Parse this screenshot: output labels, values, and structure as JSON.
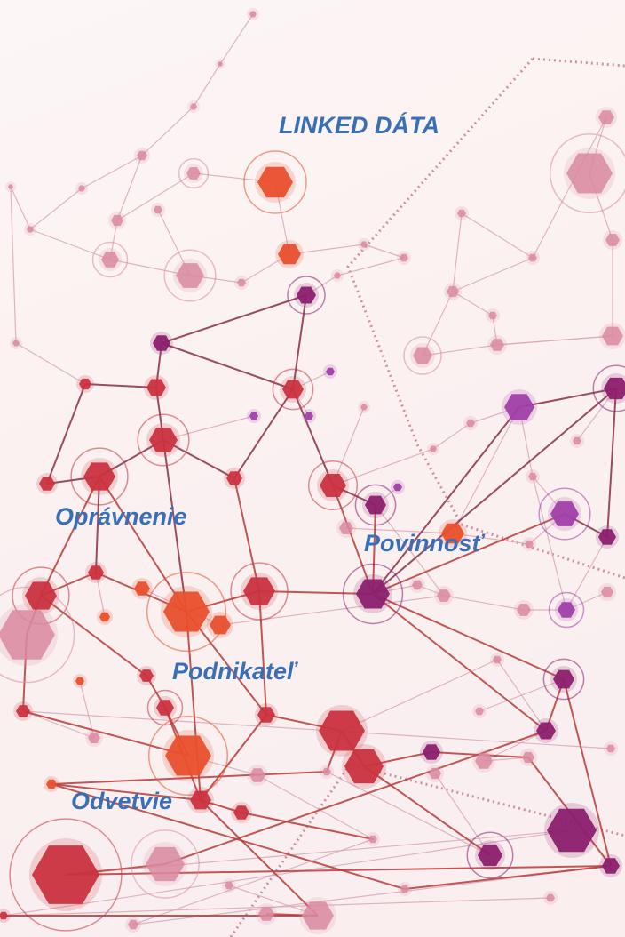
{
  "labels": {
    "title": "LINKED DÁTA",
    "opravnenie": "Oprávnenie",
    "povinnost": "Povinnosť",
    "podnikatel": "Podnikateľ",
    "odvetvie": "Odvetvie"
  },
  "colors": {
    "label_text": "#3a6fb5",
    "orange": "#e8502d",
    "red": "#c9333f",
    "magenta": "#8c1f6e",
    "pink": "#d98aa0",
    "purple": "#a040a8",
    "line_light": "#d9a9b8",
    "line_dark": "#8a2f47"
  },
  "illustration": {
    "description_icon": "network-graph-icon",
    "node_shape": "hexagon"
  }
}
